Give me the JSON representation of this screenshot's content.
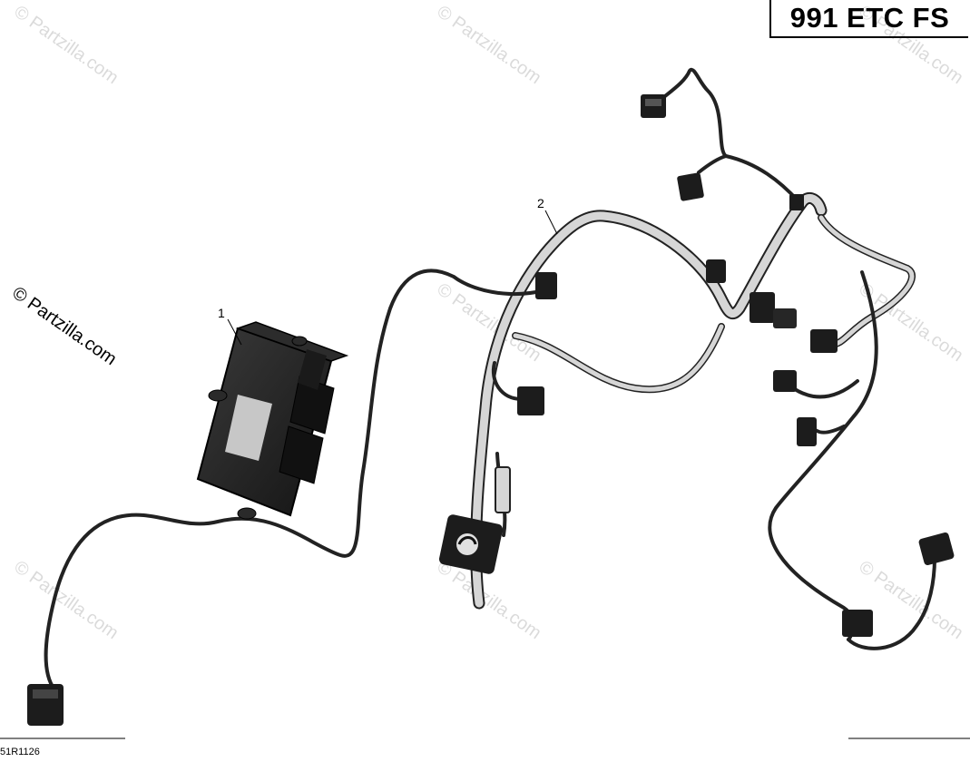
{
  "header": {
    "title": "991 ETC FS"
  },
  "footer": {
    "reference_code": "51R1126"
  },
  "watermark": {
    "text": "© Partzilla.com"
  },
  "parts": [
    {
      "callout": "1",
      "icon": "ecu-module-icon"
    },
    {
      "callout": "2",
      "icon": "wiring-harness-icon"
    }
  ]
}
